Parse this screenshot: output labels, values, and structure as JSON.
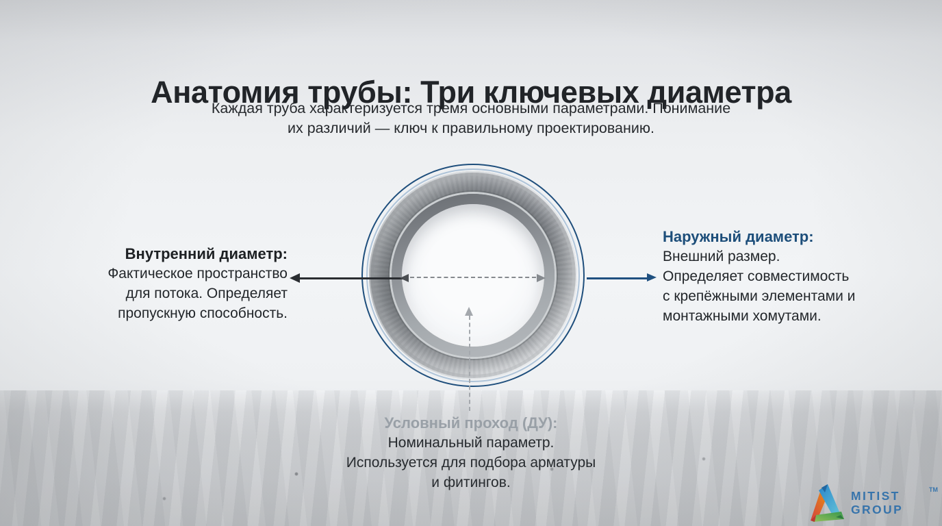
{
  "slide": {
    "title": "Анатомия трубы: Три ключевых диаметра",
    "subtitle_lines": [
      "Каждая труба характеризуется тремя основными параметрами. Понимание",
      "их различий — ключ к правильному проектированию."
    ]
  },
  "annotations": {
    "inner": {
      "title": "Внутренний диаметр:",
      "lines": [
        "Фактическое пространство",
        "для потока. Определяет",
        "пропускную способность."
      ]
    },
    "outer": {
      "title": "Наружный диаметр:",
      "lines": [
        "Внешний размер.",
        "Определяет совместимость",
        "с крепёжными элементами и",
        "монтажными хомутами."
      ]
    },
    "nominal": {
      "title": "Условный проход (ДУ):",
      "lines": [
        "Номинальный параметр.",
        "Используется для подбора арматуры",
        "и фитингов."
      ]
    }
  },
  "logo": {
    "line1": "MITIST",
    "line2": "GROUP",
    "tm": "TM"
  },
  "colors": {
    "accent_navy": "#1f4e79",
    "arrow_dark": "#2a2d31",
    "dashed_gray": "#85898e",
    "nominal_gray": "#9aa1a8",
    "logo_blue": "#2e74b4",
    "background_light": "#f0f2f4",
    "floor_gray": "#cfd1d4"
  }
}
